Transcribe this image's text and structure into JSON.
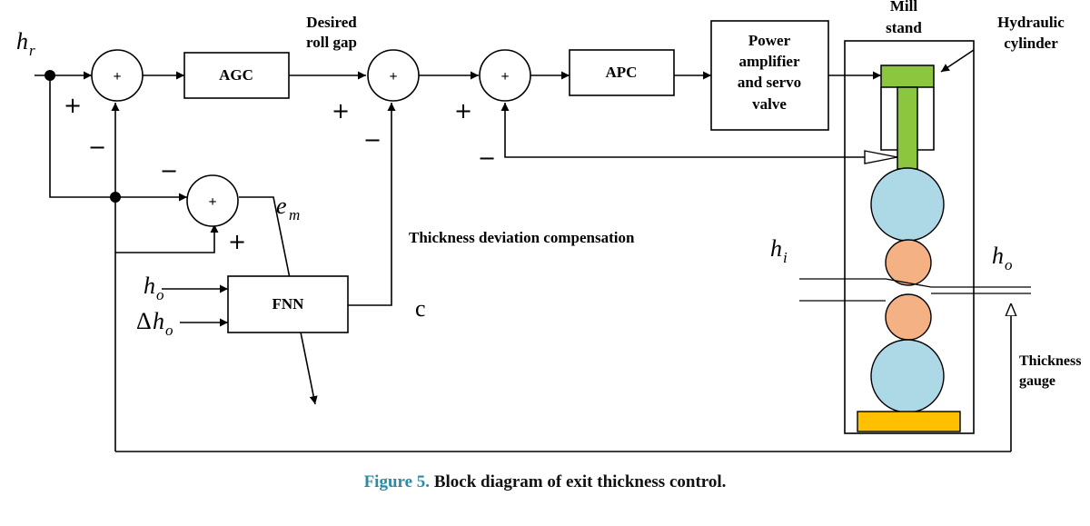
{
  "labels": {
    "agc": "AGC",
    "apc": "APC",
    "fnn": "FNN",
    "power_amp": [
      "Power",
      "amplifier",
      "and servo",
      "valve"
    ],
    "desired_roll_gap": [
      "Desired",
      "roll gap"
    ],
    "mill_stand": [
      "Mill",
      "stand"
    ],
    "hydraulic_cylinder": [
      "Hydraulic",
      "cylinder"
    ],
    "thickness_gauge": [
      "Thickness",
      "gauge"
    ],
    "compensation": "Thickness deviation compensation",
    "c_label": "c"
  },
  "symbols": {
    "h": "h",
    "r": "r",
    "o": "o",
    "i": "i",
    "e": "e",
    "m": "m",
    "delta": "Δ",
    "plus": "+",
    "minus": "−"
  },
  "caption": {
    "number": "Figure 5.",
    "text": "Block diagram of exit thickness control."
  },
  "colors": {
    "cylinder": "#8cc63f",
    "backup_roll": "#add8e6",
    "work_roll": "#f4b183",
    "base": "#ffc000",
    "caption_number": "#2b8aa5"
  }
}
